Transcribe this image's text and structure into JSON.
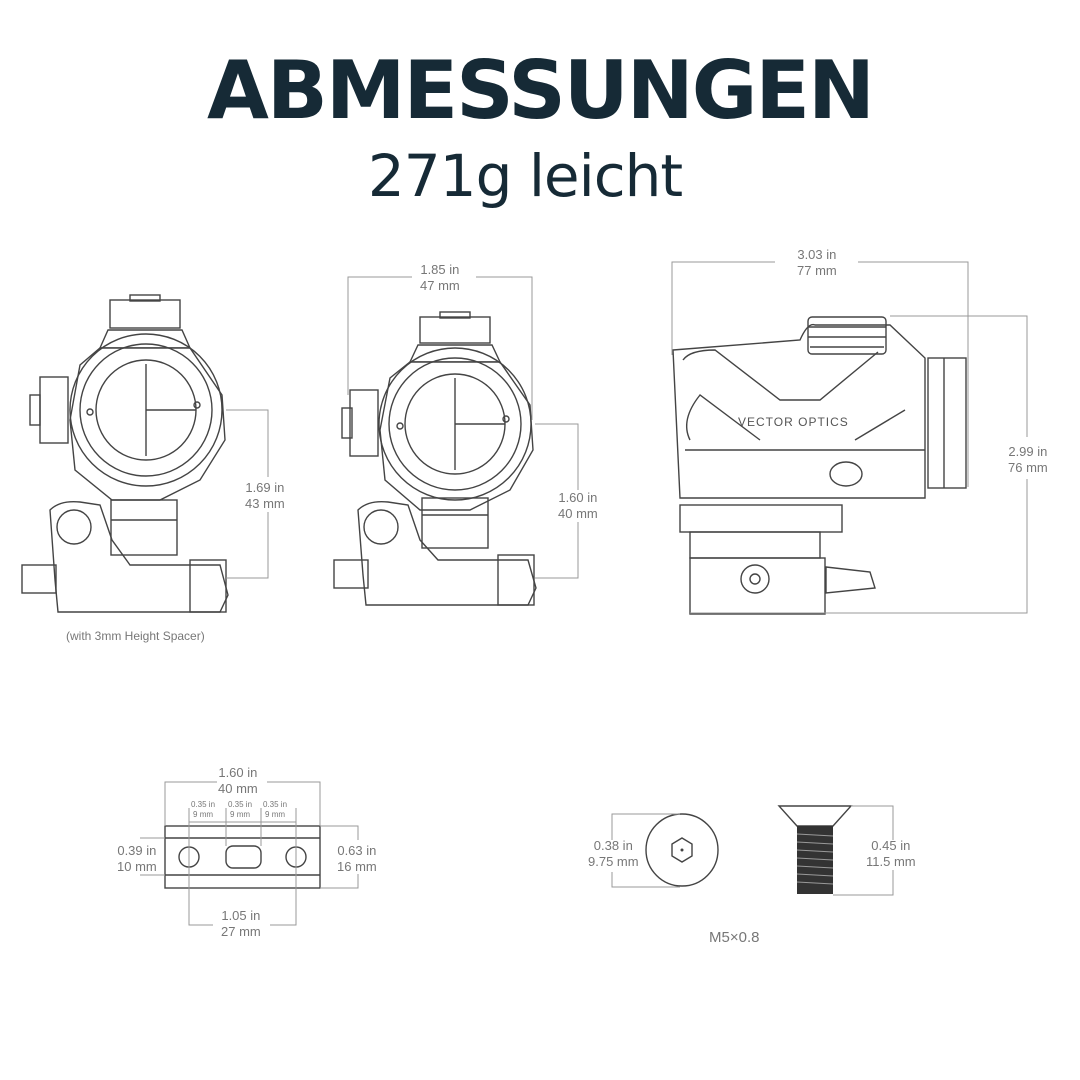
{
  "header": {
    "title": "ABMESSUNGEN",
    "subtitle": "271g leicht"
  },
  "views": {
    "front_spacer": {
      "height": {
        "in": "1.69 in",
        "mm": "43 mm"
      },
      "note": "(with 3mm Height Spacer)"
    },
    "front": {
      "width": {
        "in": "1.85 in",
        "mm": "47 mm"
      },
      "height": {
        "in": "1.60 in",
        "mm": "40 mm"
      }
    },
    "side": {
      "length": {
        "in": "3.03 in",
        "mm": "77 mm"
      },
      "height": {
        "in": "2.99 in",
        "mm": "76 mm"
      },
      "brand": "VECTOR OPTICS"
    },
    "spacer": {
      "length": {
        "in": "1.60 in",
        "mm": "40 mm"
      },
      "segments": [
        {
          "in": "0.35 in",
          "mm": "9 mm"
        },
        {
          "in": "0.35 in",
          "mm": "9 mm"
        },
        {
          "in": "0.35 in",
          "mm": "9 mm"
        }
      ],
      "left_height": {
        "in": "0.39 in",
        "mm": "10 mm"
      },
      "right_height": {
        "in": "0.63 in",
        "mm": "16 mm"
      },
      "hole_spacing": {
        "in": "1.05 in",
        "mm": "27 mm"
      }
    },
    "screw": {
      "head_diameter": {
        "in": "0.38 in",
        "mm": "9.75 mm"
      },
      "length": {
        "in": "0.45 in",
        "mm": "11.5 mm"
      },
      "thread": "M5×0.8"
    }
  }
}
